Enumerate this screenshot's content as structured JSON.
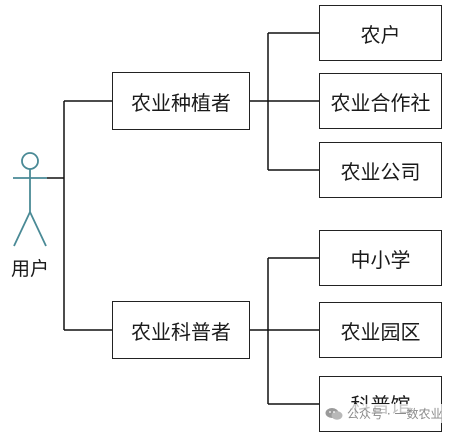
{
  "actor": {
    "label": "用户",
    "icon": "stick-figure-user-icon"
  },
  "categories": [
    {
      "label": "农业种植者",
      "children": [
        "农户",
        "农业合作社",
        "农业公司"
      ]
    },
    {
      "label": "农业科普者",
      "children": [
        "中小学",
        "农业园区",
        "科普馆"
      ]
    }
  ],
  "watermark": {
    "text": "公众号 · 一数农业",
    "icon": "wechat-icon"
  },
  "colors": {
    "line": "#111111",
    "actor": "#4a8a96",
    "box_border": "#222222"
  }
}
